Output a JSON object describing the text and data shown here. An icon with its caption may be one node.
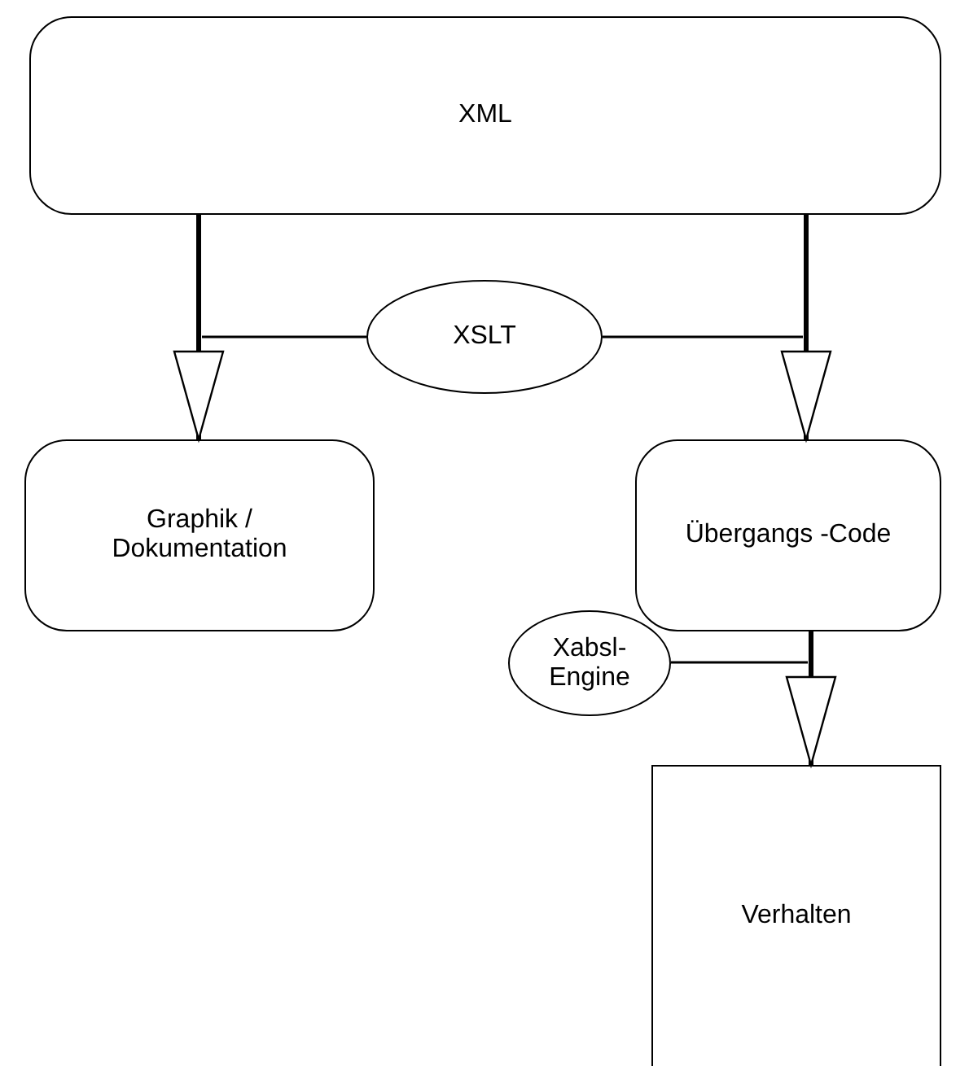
{
  "diagram": {
    "nodes": [
      {
        "text": [
          "XML"
        ]
      },
      {
        "text": [
          "XSLT"
        ]
      },
      {
        "text": [
          "Graphik / Dokumentation"
        ]
      },
      {
        "text": [
          "Übergangs -Code"
        ]
      },
      {
        "text": [
          "Xabsl- Engine"
        ]
      },
      {
        "text": [
          "Verhalten"
        ]
      }
    ],
    "edges": [
      {
        "from": 0,
        "to": 2,
        "arrow": "to",
        "style": "thick"
      },
      {
        "from": 0,
        "to": 3,
        "arrow": "to",
        "style": "thick"
      },
      {
        "from": 1,
        "to": null,
        "arrow": "none"
      },
      {
        "from": 1,
        "to": null,
        "arrow": "none"
      },
      {
        "from": 3,
        "to": 5,
        "arrow": "to",
        "style": "thick"
      },
      {
        "from": 4,
        "to": null,
        "arrow": "none"
      }
    ]
  }
}
